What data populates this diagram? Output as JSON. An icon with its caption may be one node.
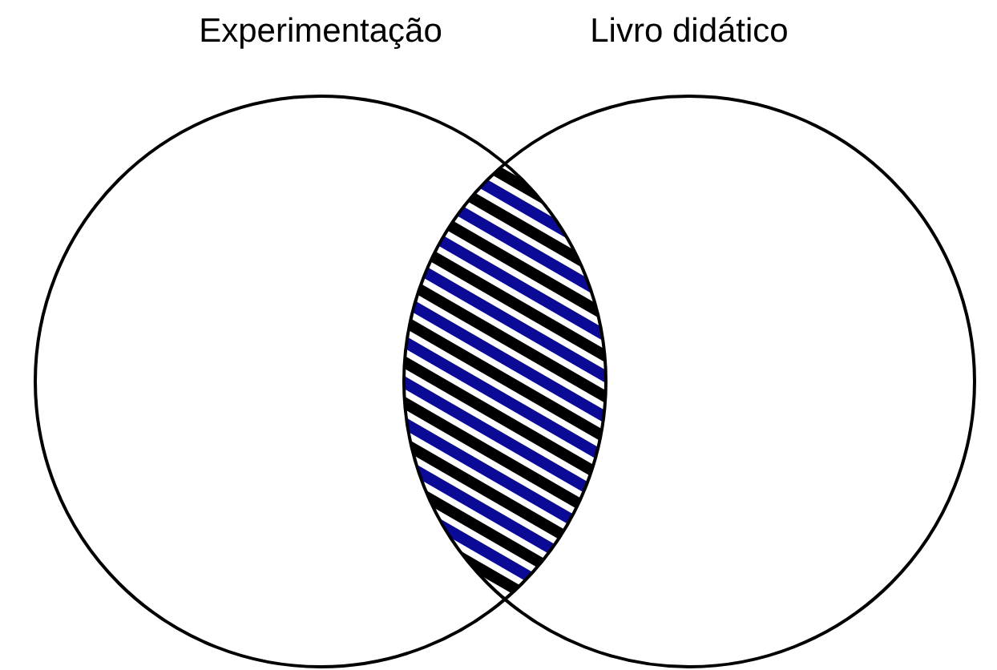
{
  "diagram": {
    "nodes": [
      {
        "text": [
          "Experimentação"
        ]
      },
      {
        "text": [
          "Livro didático"
        ]
      },
      {
        "text": [],
        "shape": "lens"
      }
    ]
  }
}
